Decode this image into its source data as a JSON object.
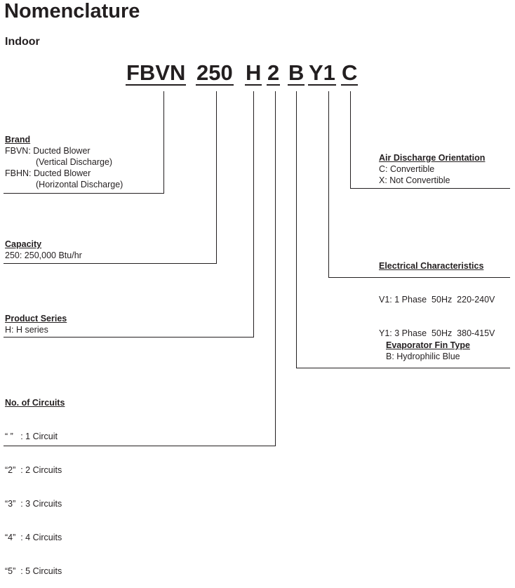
{
  "title": "Nomenclature",
  "subtitle": "Indoor",
  "code": [
    "FBVN",
    "250",
    "H",
    "2",
    "B",
    "Y1",
    "C"
  ],
  "brand": {
    "heading": "Brand",
    "lines": [
      "FBVN: Ducted Blower",
      "(Vertical Discharge)",
      "FBHN: Ducted Blower",
      "(Horizontal Discharge)"
    ]
  },
  "capacity": {
    "heading": "Capacity",
    "lines": [
      "250: 250,000 Btu/hr"
    ]
  },
  "series": {
    "heading": "Product Series",
    "lines": [
      "H: H series"
    ]
  },
  "circuits": {
    "heading": "No. of Circuits",
    "lines": [
      "“ ”   : 1 Circuit",
      "“2”  : 2 Circuits",
      "“3”  : 3 Circuits",
      "“4”  : 4 Circuits",
      "“5”  : 5 Circuits"
    ]
  },
  "discharge": {
    "heading": "Air Discharge Orientation",
    "lines": [
      "C: Convertible",
      "X: Not Convertible"
    ]
  },
  "electrical": {
    "heading": "Electrical Characteristics",
    "lines": [
      "V1: 1 Phase  50Hz  220-240V",
      "Y1: 3 Phase  50Hz  380-415V"
    ]
  },
  "fin": {
    "heading": "Evaporator Fin Type",
    "lines": [
      "B: Hydrophilic Blue"
    ]
  }
}
